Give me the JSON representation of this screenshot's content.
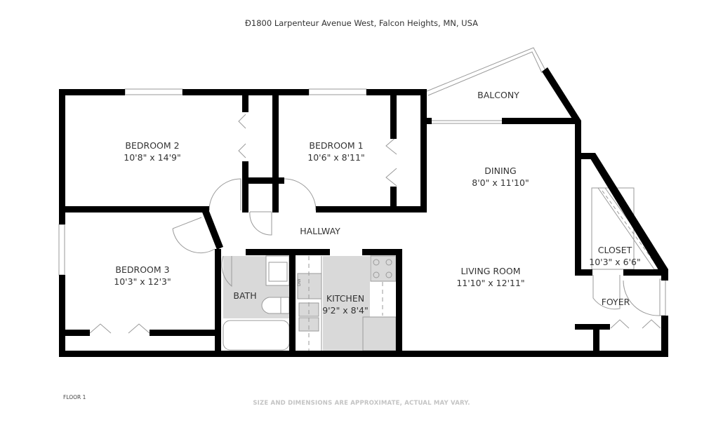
{
  "header": {
    "address": "Ð1800 Larpenteur Avenue West, Falcon Heights, MN, USA"
  },
  "rooms": {
    "bedroom2": {
      "name": "BEDROOM 2",
      "dims": "10'8\" x 14'9\""
    },
    "bedroom1": {
      "name": "BEDROOM 1",
      "dims": "10'6\" x 8'11\""
    },
    "balcony": {
      "name": "BALCONY"
    },
    "dining": {
      "name": "DINING",
      "dims": "8'0\" x 11'10\""
    },
    "hallway": {
      "name": "HALLWAY"
    },
    "bedroom3": {
      "name": "BEDROOM 3",
      "dims": "10'3\" x 12'3\""
    },
    "bath": {
      "name": "BATH"
    },
    "kitchen": {
      "name": "KITCHEN",
      "dims": "9'2\" x 8'4\""
    },
    "living_room": {
      "name": "LIVING ROOM",
      "dims": "11'10\" x 12'11\""
    },
    "closet": {
      "name": "CLOSET",
      "dims": "10'3\" x 6'6\""
    },
    "foyer": {
      "name": "FOYER"
    }
  },
  "fixtures": {
    "dishwasher": "DW"
  },
  "footer": {
    "floor": "FLOOR 1",
    "disclaimer": "SIZE AND DIMENSIONS ARE APPROXIMATE, ACTUAL MAY VARY."
  },
  "colors": {
    "wall": "#000000",
    "fixture_fill": "#d9d9d9",
    "fixture_line": "#9a9a9a",
    "text": "#333333",
    "disclaimer": "#c4c4c4"
  }
}
